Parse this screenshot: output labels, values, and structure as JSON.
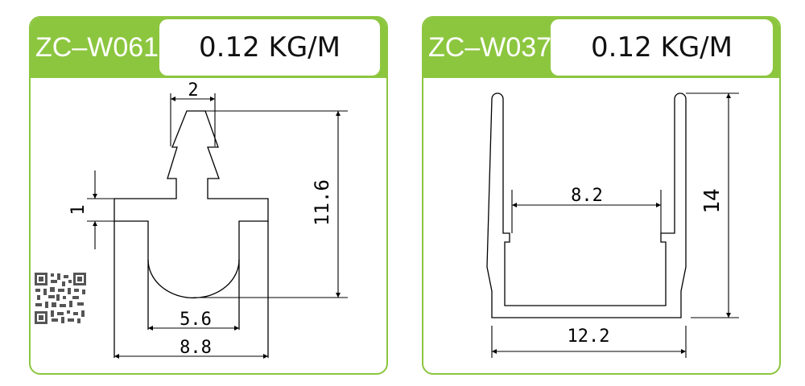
{
  "profiles": [
    {
      "code": "ZC–W061",
      "weight": "0.12 KG/M",
      "dimensions": {
        "top_width": "2",
        "flange": "1",
        "height": "11.6",
        "inner_width": "5.6",
        "outer_width": "8.8"
      }
    },
    {
      "code": "ZC–W037",
      "weight": "0.12 KG/M",
      "dimensions": {
        "inner_width": "8.2",
        "height": "14",
        "outer_width": "12.2"
      }
    }
  ],
  "colors": {
    "accent": "#8cc63f",
    "line": "#000000"
  }
}
